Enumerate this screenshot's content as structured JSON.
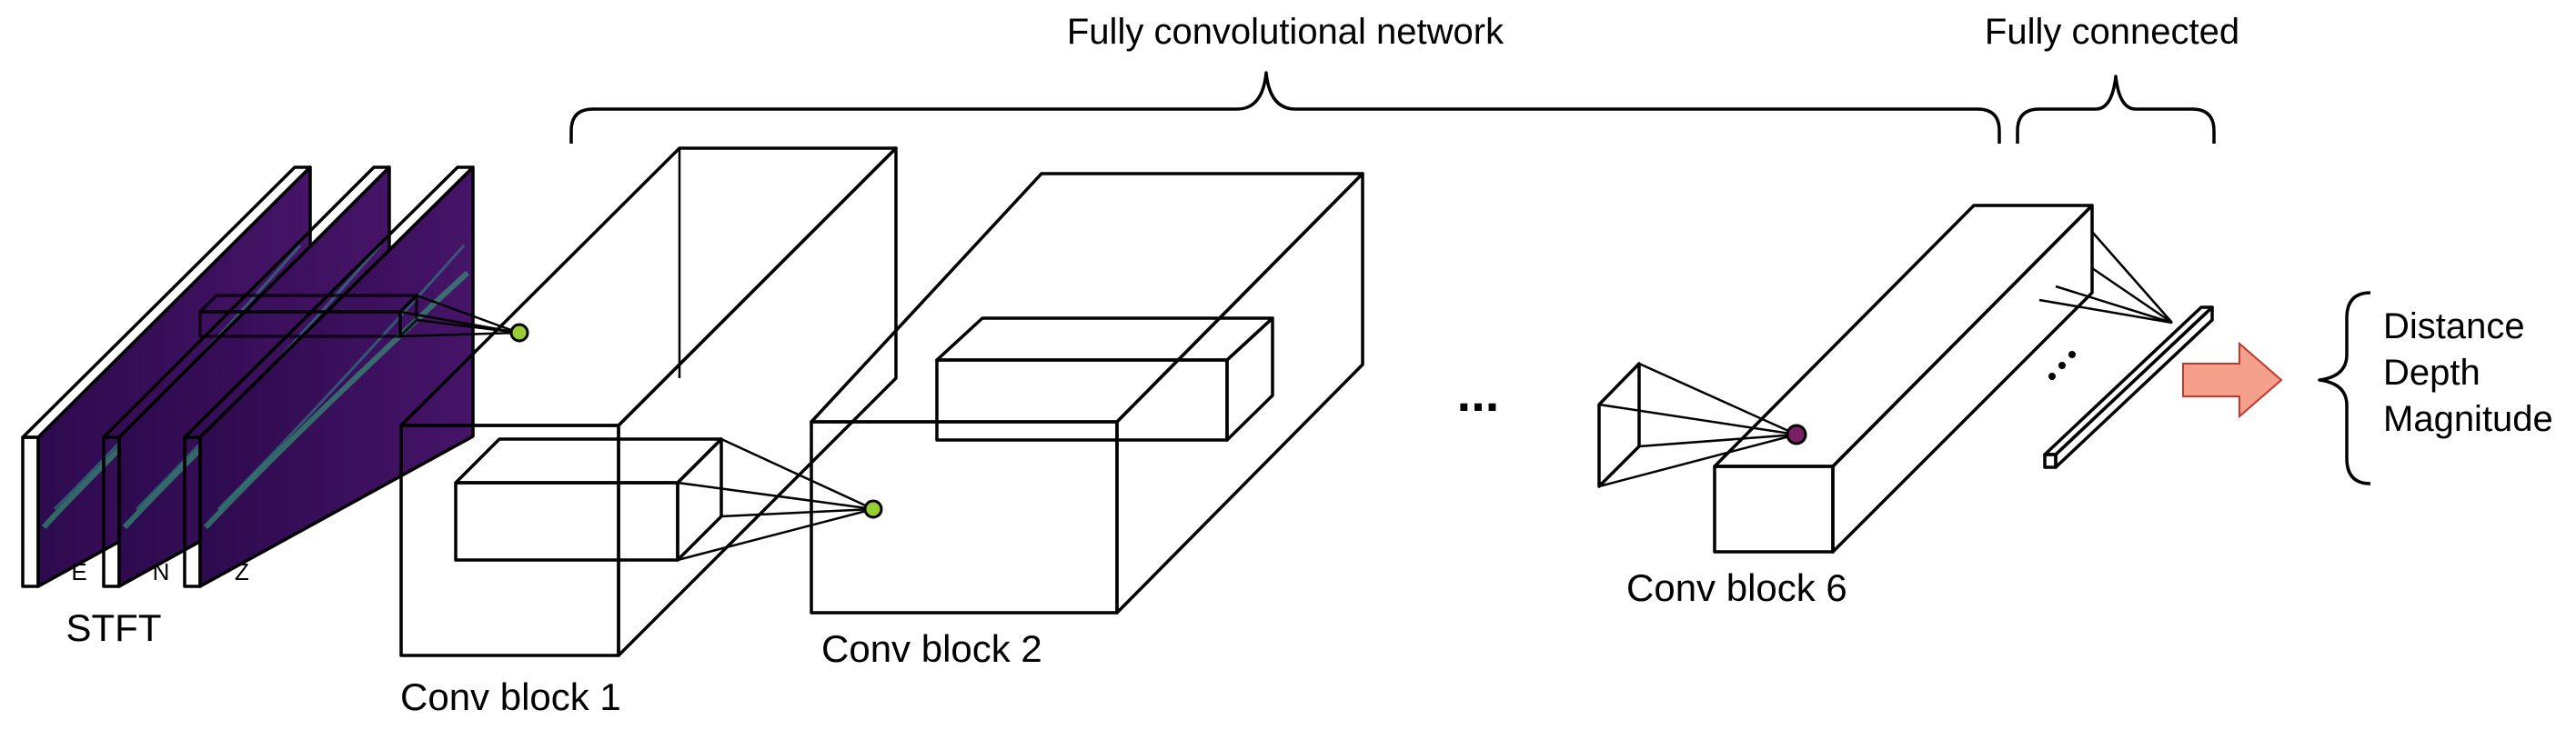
{
  "labels": {
    "fully_convolutional": "Fully convolutional network",
    "fully_connected": "Fully connected",
    "stft": "STFT",
    "channels": [
      "E",
      "N",
      "Z"
    ],
    "conv_block_1": "Conv block 1",
    "conv_block_2": "Conv block 2",
    "conv_block_6": "Conv block 6",
    "ellipsis": "...",
    "outputs": [
      "Distance",
      "Depth",
      "Magnitude"
    ]
  },
  "colors": {
    "spectrogram_bg": "#3b0f5e",
    "spectrogram_signal": "#35b779",
    "conv_block_1_2_fill": "#f6f8e4",
    "conv_block_1_2_inner": "#e6efb8",
    "conv_block_6_fill": "#ecd6e4",
    "conv_block_6_dot": "#7a1f63",
    "green_dot": "#9acd32",
    "output_arrow": "#f4a08c"
  }
}
